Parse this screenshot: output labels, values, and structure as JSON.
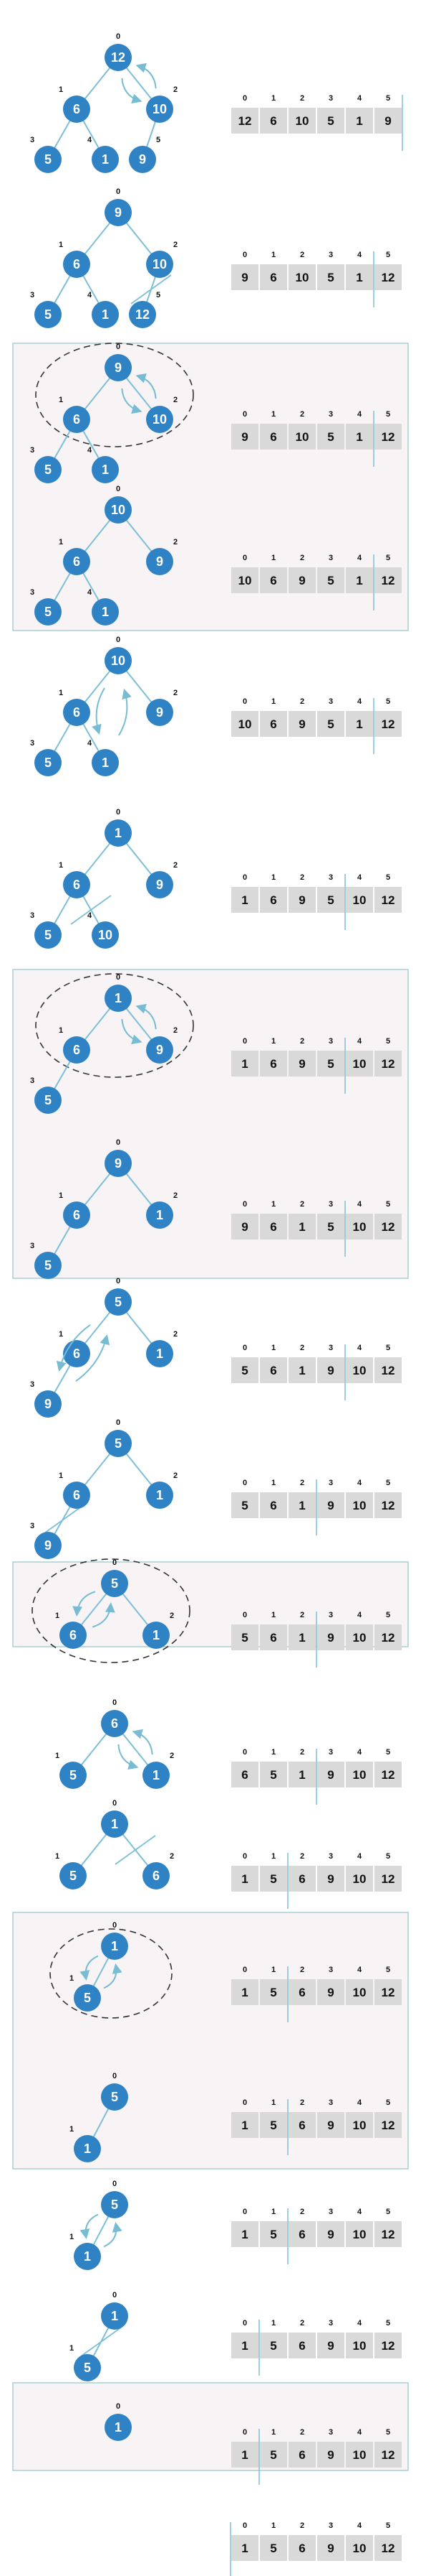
{
  "colors": {
    "node_fill": "#2f82c3",
    "edge": "#7dbfd6",
    "arrow": "#77bcd3",
    "cell_fill": "#d9d9d9",
    "panel_fill": "#f8f3f4",
    "panel_stroke": "#a9d0d2",
    "node_text": "#ffffff",
    "text": "#111111"
  },
  "steps": [
    {
      "tree": [
        "12",
        "6",
        "10",
        "5",
        "1",
        "9"
      ],
      "indices": [
        "0",
        "1",
        "2",
        "3",
        "4",
        "5"
      ],
      "array": [
        "12",
        "6",
        "10",
        "5",
        "1",
        "9"
      ],
      "sorted_from": 6,
      "panel": false,
      "swap": [
        0,
        2
      ],
      "removed": false,
      "circle": false
    },
    {
      "tree": [
        "9",
        "6",
        "10",
        "5",
        "1",
        "12"
      ],
      "indices": [
        "0",
        "1",
        "2",
        "3",
        "4",
        "5"
      ],
      "array": [
        "9",
        "6",
        "10",
        "5",
        "1",
        "12"
      ],
      "sorted_from": 5,
      "panel": false,
      "swap": null,
      "removed": true,
      "circle": false
    },
    {
      "tree": [
        "9",
        "6",
        "10",
        "5",
        "1"
      ],
      "indices": [
        "0",
        "1",
        "2",
        "3",
        "4"
      ],
      "array": [
        "9",
        "6",
        "10",
        "5",
        "1",
        "12"
      ],
      "sorted_from": 5,
      "panel": true,
      "swap": [
        0,
        2
      ],
      "removed": false,
      "circle": true
    },
    {
      "tree": [
        "10",
        "6",
        "9",
        "5",
        "1"
      ],
      "indices": [
        "0",
        "1",
        "2",
        "3",
        "4"
      ],
      "array": [
        "10",
        "6",
        "9",
        "5",
        "1",
        "12"
      ],
      "sorted_from": 5,
      "panel": true,
      "swap": null,
      "removed": false,
      "circle": false
    },
    {
      "tree": [
        "10",
        "6",
        "9",
        "5",
        "1"
      ],
      "indices": [
        "0",
        "1",
        "2",
        "3",
        "4"
      ],
      "array": [
        "10",
        "6",
        "9",
        "5",
        "1",
        "12"
      ],
      "sorted_from": 5,
      "panel": false,
      "swap": [
        0,
        4
      ],
      "removed": false,
      "circle": false
    },
    {
      "tree": [
        "1",
        "6",
        "9",
        "5",
        "10"
      ],
      "indices": [
        "0",
        "1",
        "2",
        "3",
        "4"
      ],
      "array": [
        "1",
        "6",
        "9",
        "5",
        "10",
        "12"
      ],
      "sorted_from": 4,
      "panel": false,
      "swap": null,
      "removed": true,
      "circle": false
    },
    {
      "tree": [
        "1",
        "6",
        "9",
        "5"
      ],
      "indices": [
        "0",
        "1",
        "2",
        "3"
      ],
      "array": [
        "1",
        "6",
        "9",
        "5",
        "10",
        "12"
      ],
      "sorted_from": 4,
      "panel": true,
      "swap": [
        0,
        2
      ],
      "removed": false,
      "circle": true
    },
    {
      "tree": [
        "9",
        "6",
        "1",
        "5"
      ],
      "indices": [
        "0",
        "1",
        "2",
        "3"
      ],
      "array": [
        "9",
        "6",
        "1",
        "5",
        "10",
        "12"
      ],
      "sorted_from": 4,
      "panel": true,
      "swap": null,
      "removed": false,
      "circle": false
    },
    {
      "tree": [
        "5",
        "6",
        "1",
        "9"
      ],
      "indices": [
        "0",
        "1",
        "2",
        "3"
      ],
      "array": [
        "5",
        "6",
        "1",
        "9",
        "10",
        "12"
      ],
      "sorted_from": 4,
      "panel": false,
      "swap": [
        0,
        3
      ],
      "removed": false,
      "circle": false
    },
    {
      "tree": [
        "5",
        "6",
        "1",
        "9"
      ],
      "indices": [
        "0",
        "1",
        "2",
        "3"
      ],
      "array": [
        "5",
        "6",
        "1",
        "9",
        "10",
        "12"
      ],
      "sorted_from": 3,
      "panel": false,
      "swap": null,
      "removed": true,
      "circle": false
    },
    {
      "tree": [
        "5",
        "6",
        "1"
      ],
      "indices": [
        "0",
        "1",
        "2"
      ],
      "array": [
        "5",
        "6",
        "1",
        "9",
        "10",
        "12"
      ],
      "sorted_from": 3,
      "panel": true,
      "swap": [
        0,
        1
      ],
      "removed": false,
      "circle": true
    },
    {
      "tree": [
        "6",
        "5",
        "1"
      ],
      "indices": [
        "0",
        "1",
        "2"
      ],
      "array": [
        "6",
        "5",
        "1",
        "9",
        "10",
        "12"
      ],
      "sorted_from": 3,
      "panel": false,
      "swap": [
        0,
        2
      ],
      "removed": false,
      "circle": false
    },
    {
      "tree": [
        "1",
        "5",
        "6"
      ],
      "indices": [
        "0",
        "1",
        "2"
      ],
      "array": [
        "1",
        "5",
        "6",
        "9",
        "10",
        "12"
      ],
      "sorted_from": 2,
      "panel": false,
      "swap": null,
      "removed": true,
      "circle": false
    },
    {
      "tree": [
        "1",
        "5"
      ],
      "indices": [
        "0",
        "1"
      ],
      "array": [
        "1",
        "5",
        "6",
        "9",
        "10",
        "12"
      ],
      "sorted_from": 2,
      "panel": true,
      "swap": [
        0,
        1
      ],
      "removed": false,
      "circle": true
    },
    {
      "tree": [
        "5",
        "1"
      ],
      "indices": [
        "0",
        "1"
      ],
      "array": [
        "1",
        "5",
        "6",
        "9",
        "10",
        "12"
      ],
      "sorted_from": 2,
      "panel": true,
      "swap": null,
      "removed": false,
      "circle": false
    },
    {
      "tree": [
        "5",
        "1"
      ],
      "indices": [
        "0",
        "1"
      ],
      "array": [
        "1",
        "5",
        "6",
        "9",
        "10",
        "12"
      ],
      "sorted_from": 2,
      "panel": false,
      "swap": [
        0,
        1
      ],
      "removed": false,
      "circle": false
    },
    {
      "tree": [
        "1",
        "5"
      ],
      "indices": [
        "0",
        "1"
      ],
      "array": [
        "1",
        "5",
        "6",
        "9",
        "10",
        "12"
      ],
      "sorted_from": 1,
      "panel": false,
      "swap": null,
      "removed": true,
      "circle": false
    },
    {
      "tree": [
        "1"
      ],
      "indices": [
        "0"
      ],
      "array": [
        "1",
        "5",
        "6",
        "9",
        "10",
        "12"
      ],
      "sorted_from": 1,
      "panel": true,
      "swap": null,
      "removed": false,
      "circle": false
    },
    {
      "tree": [],
      "indices": [],
      "array": [
        "1",
        "5",
        "6",
        "9",
        "10",
        "12"
      ],
      "sorted_from": 0,
      "panel": false,
      "swap": null,
      "removed": false,
      "circle": false
    }
  ]
}
